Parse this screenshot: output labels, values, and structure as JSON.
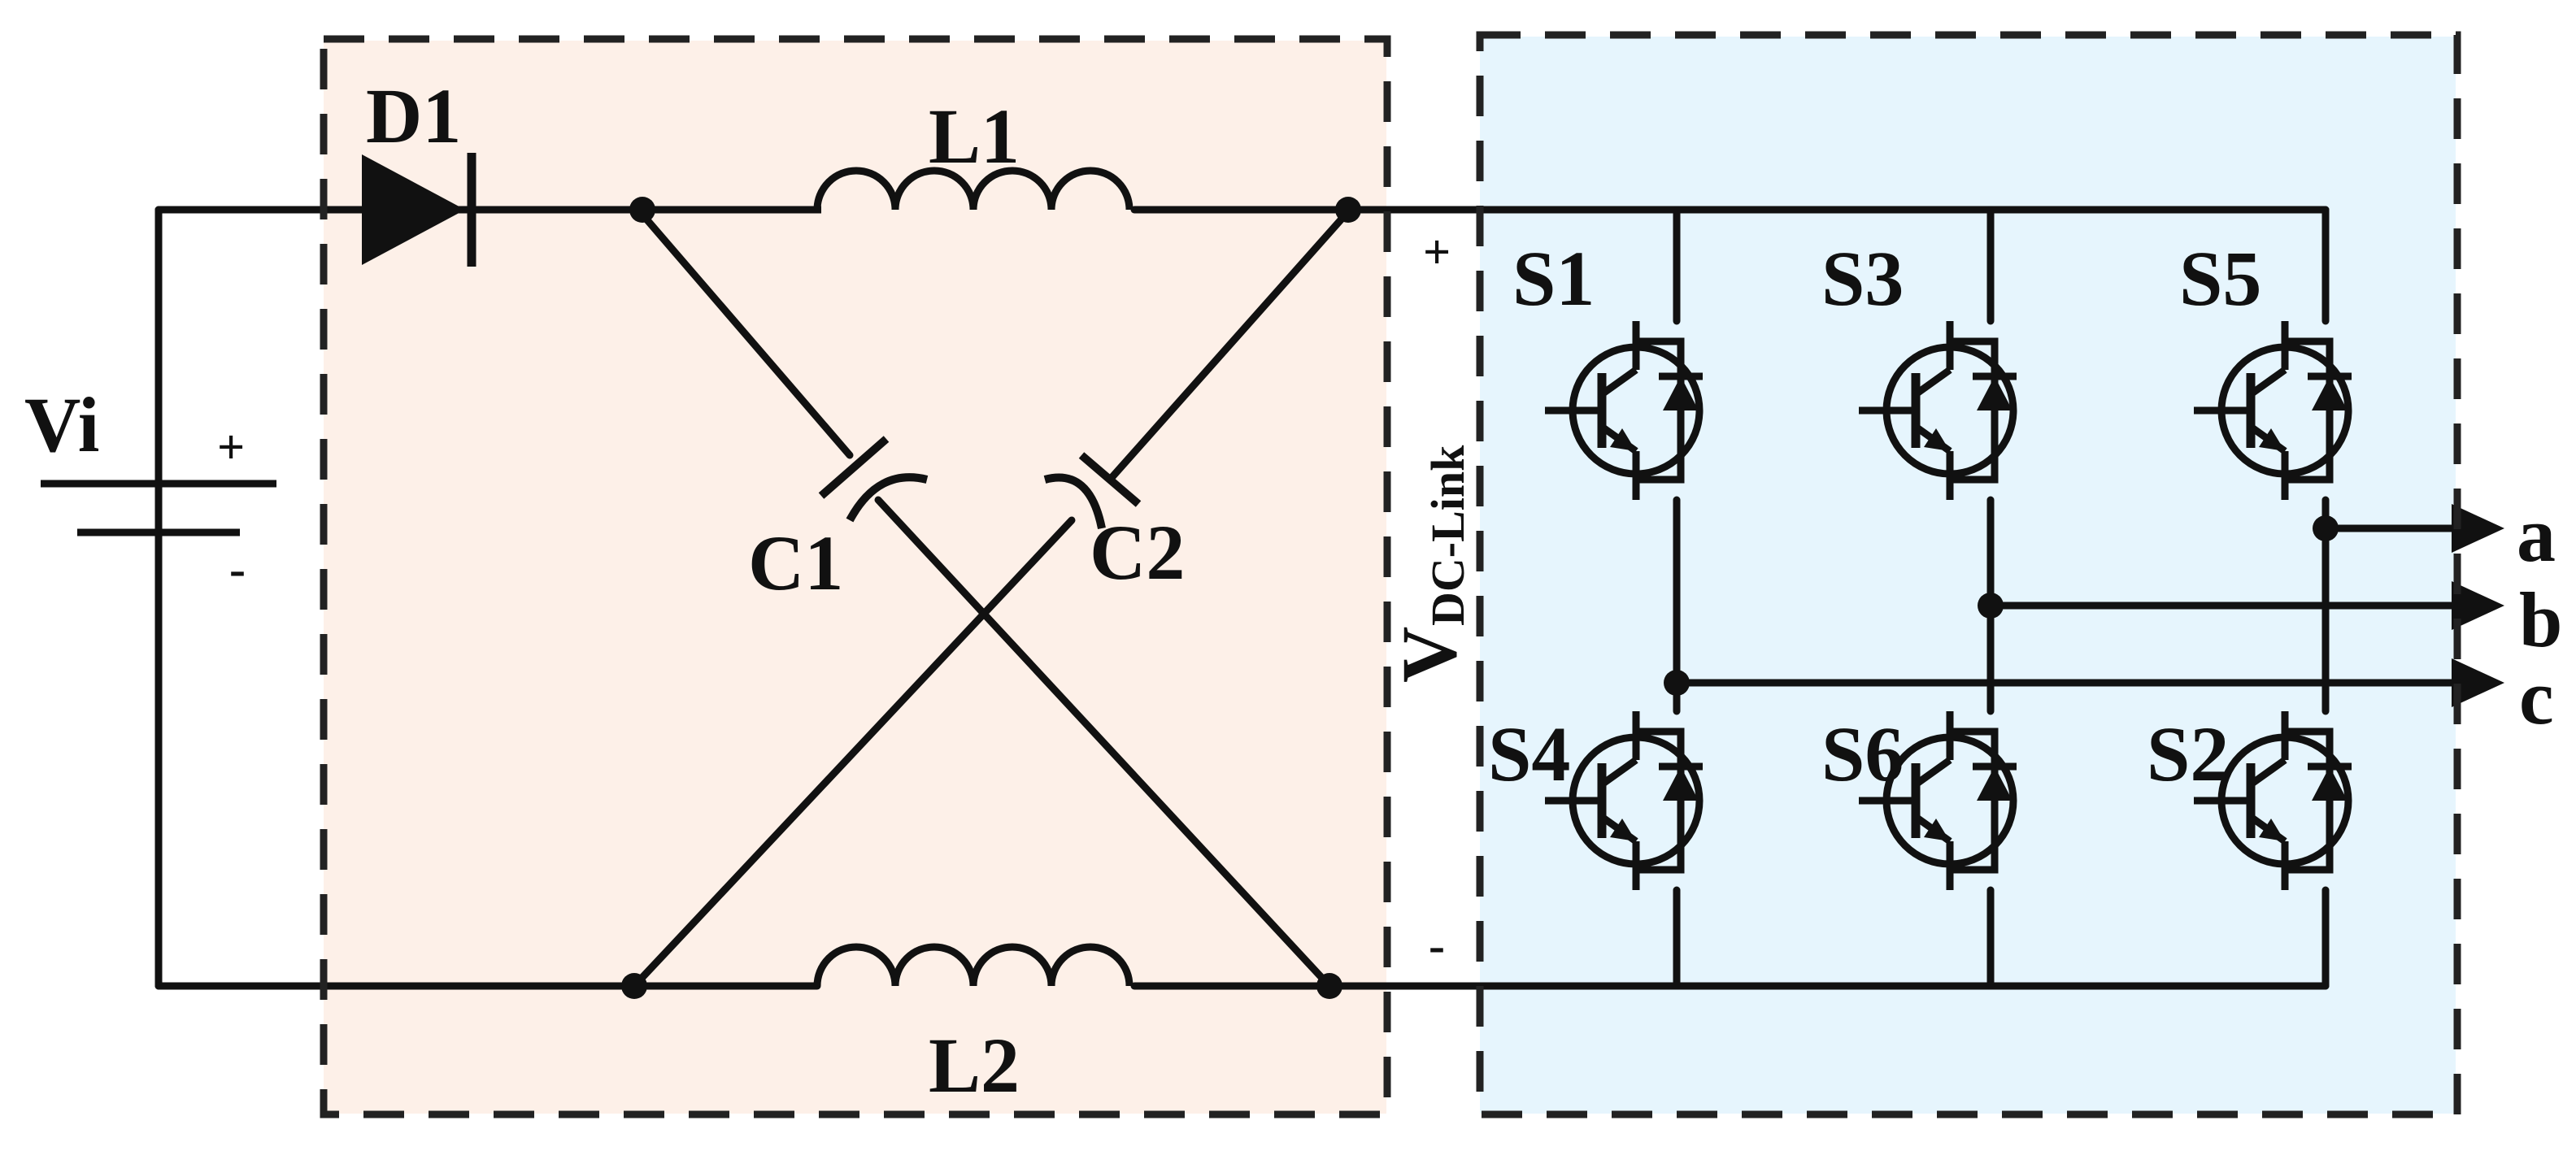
{
  "colors": {
    "wire": "#111111",
    "impedance_region": "#fdf0e8",
    "inverter_region": "#e6f5fd",
    "border": "#222222"
  },
  "source": {
    "label": "Vi",
    "plus": "+",
    "minus": "-"
  },
  "diode": {
    "label": "D1"
  },
  "inductors": {
    "top": "L1",
    "bottom": "L2"
  },
  "capacitors": {
    "left": "C1",
    "right": "C2"
  },
  "dc_link": {
    "symbol": "V",
    "subscript": "DC-Link",
    "plus": "+",
    "minus": "-"
  },
  "switches": {
    "s1": "S1",
    "s3": "S3",
    "s5": "S5",
    "s4": "S4",
    "s6": "S6",
    "s2": "S2"
  },
  "outputs": {
    "a": "a",
    "b": "b",
    "c": "c"
  }
}
